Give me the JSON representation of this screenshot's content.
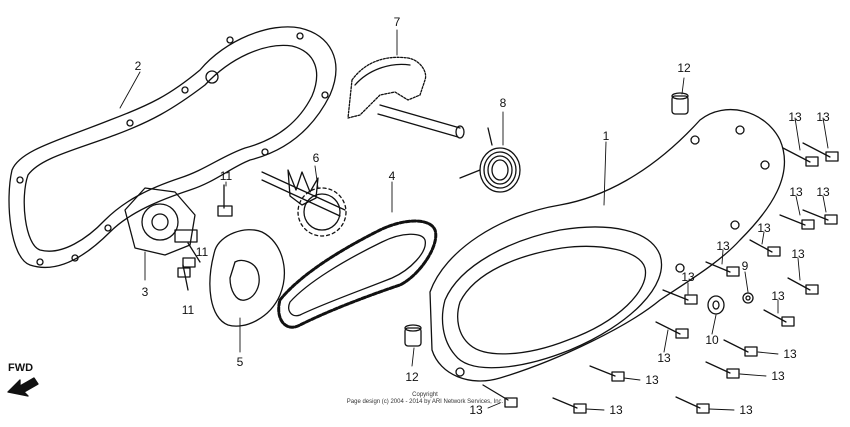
{
  "direction_label": "FWD",
  "copyright": {
    "line1": "Copyright",
    "line2": "Page design (c) 2004 - 2014 by ARI Network Services, Inc."
  },
  "callouts": [
    "1",
    "2",
    "3",
    "4",
    "5",
    "6",
    "7",
    "8",
    "9",
    "10",
    "11",
    "12",
    "13"
  ],
  "colors": {
    "line": "#111111",
    "background": "#ffffff"
  }
}
